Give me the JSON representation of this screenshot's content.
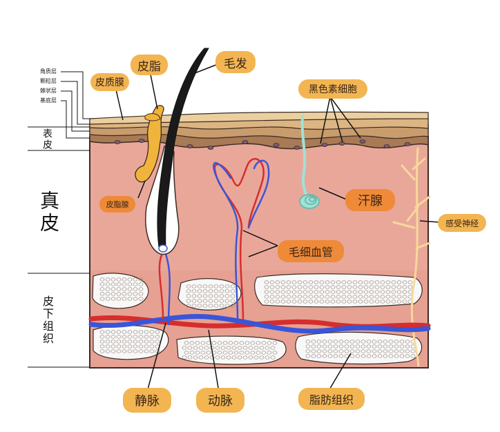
{
  "layers": {
    "stratum_corneum": "角质层",
    "stratum_granulosum": "颗粒层",
    "stratum_spinosum": "棘状层",
    "stratum_basale": "基底层"
  },
  "regions": {
    "epidermis": "表皮",
    "dermis": "真皮",
    "subcutis": "皮下组织"
  },
  "labels": {
    "sebum": "皮脂",
    "hydrolipid_film": "皮质膜",
    "hair": "毛发",
    "melanocyte": "黑色素细胞",
    "sebaceous_gland": "皮脂腺",
    "sweat_gland": "汗腺",
    "sensory_nerve": "感受神经",
    "capillary": "毛细血管",
    "vein": "静脉",
    "artery": "动脉",
    "adipose": "脂肪组织"
  },
  "colors": {
    "label_bg": "#f2b552",
    "label_accent": "#ee8a38",
    "dermis": "#e9a79a",
    "epidermis_top": "#e7c89a",
    "epidermis_mid": "#c89c6c",
    "artery": "#d62d2d",
    "vein": "#3a55d8",
    "nerve": "#f7d99a",
    "sweat_gland": "#9ee3d6",
    "sebum": "#f0b43c"
  }
}
